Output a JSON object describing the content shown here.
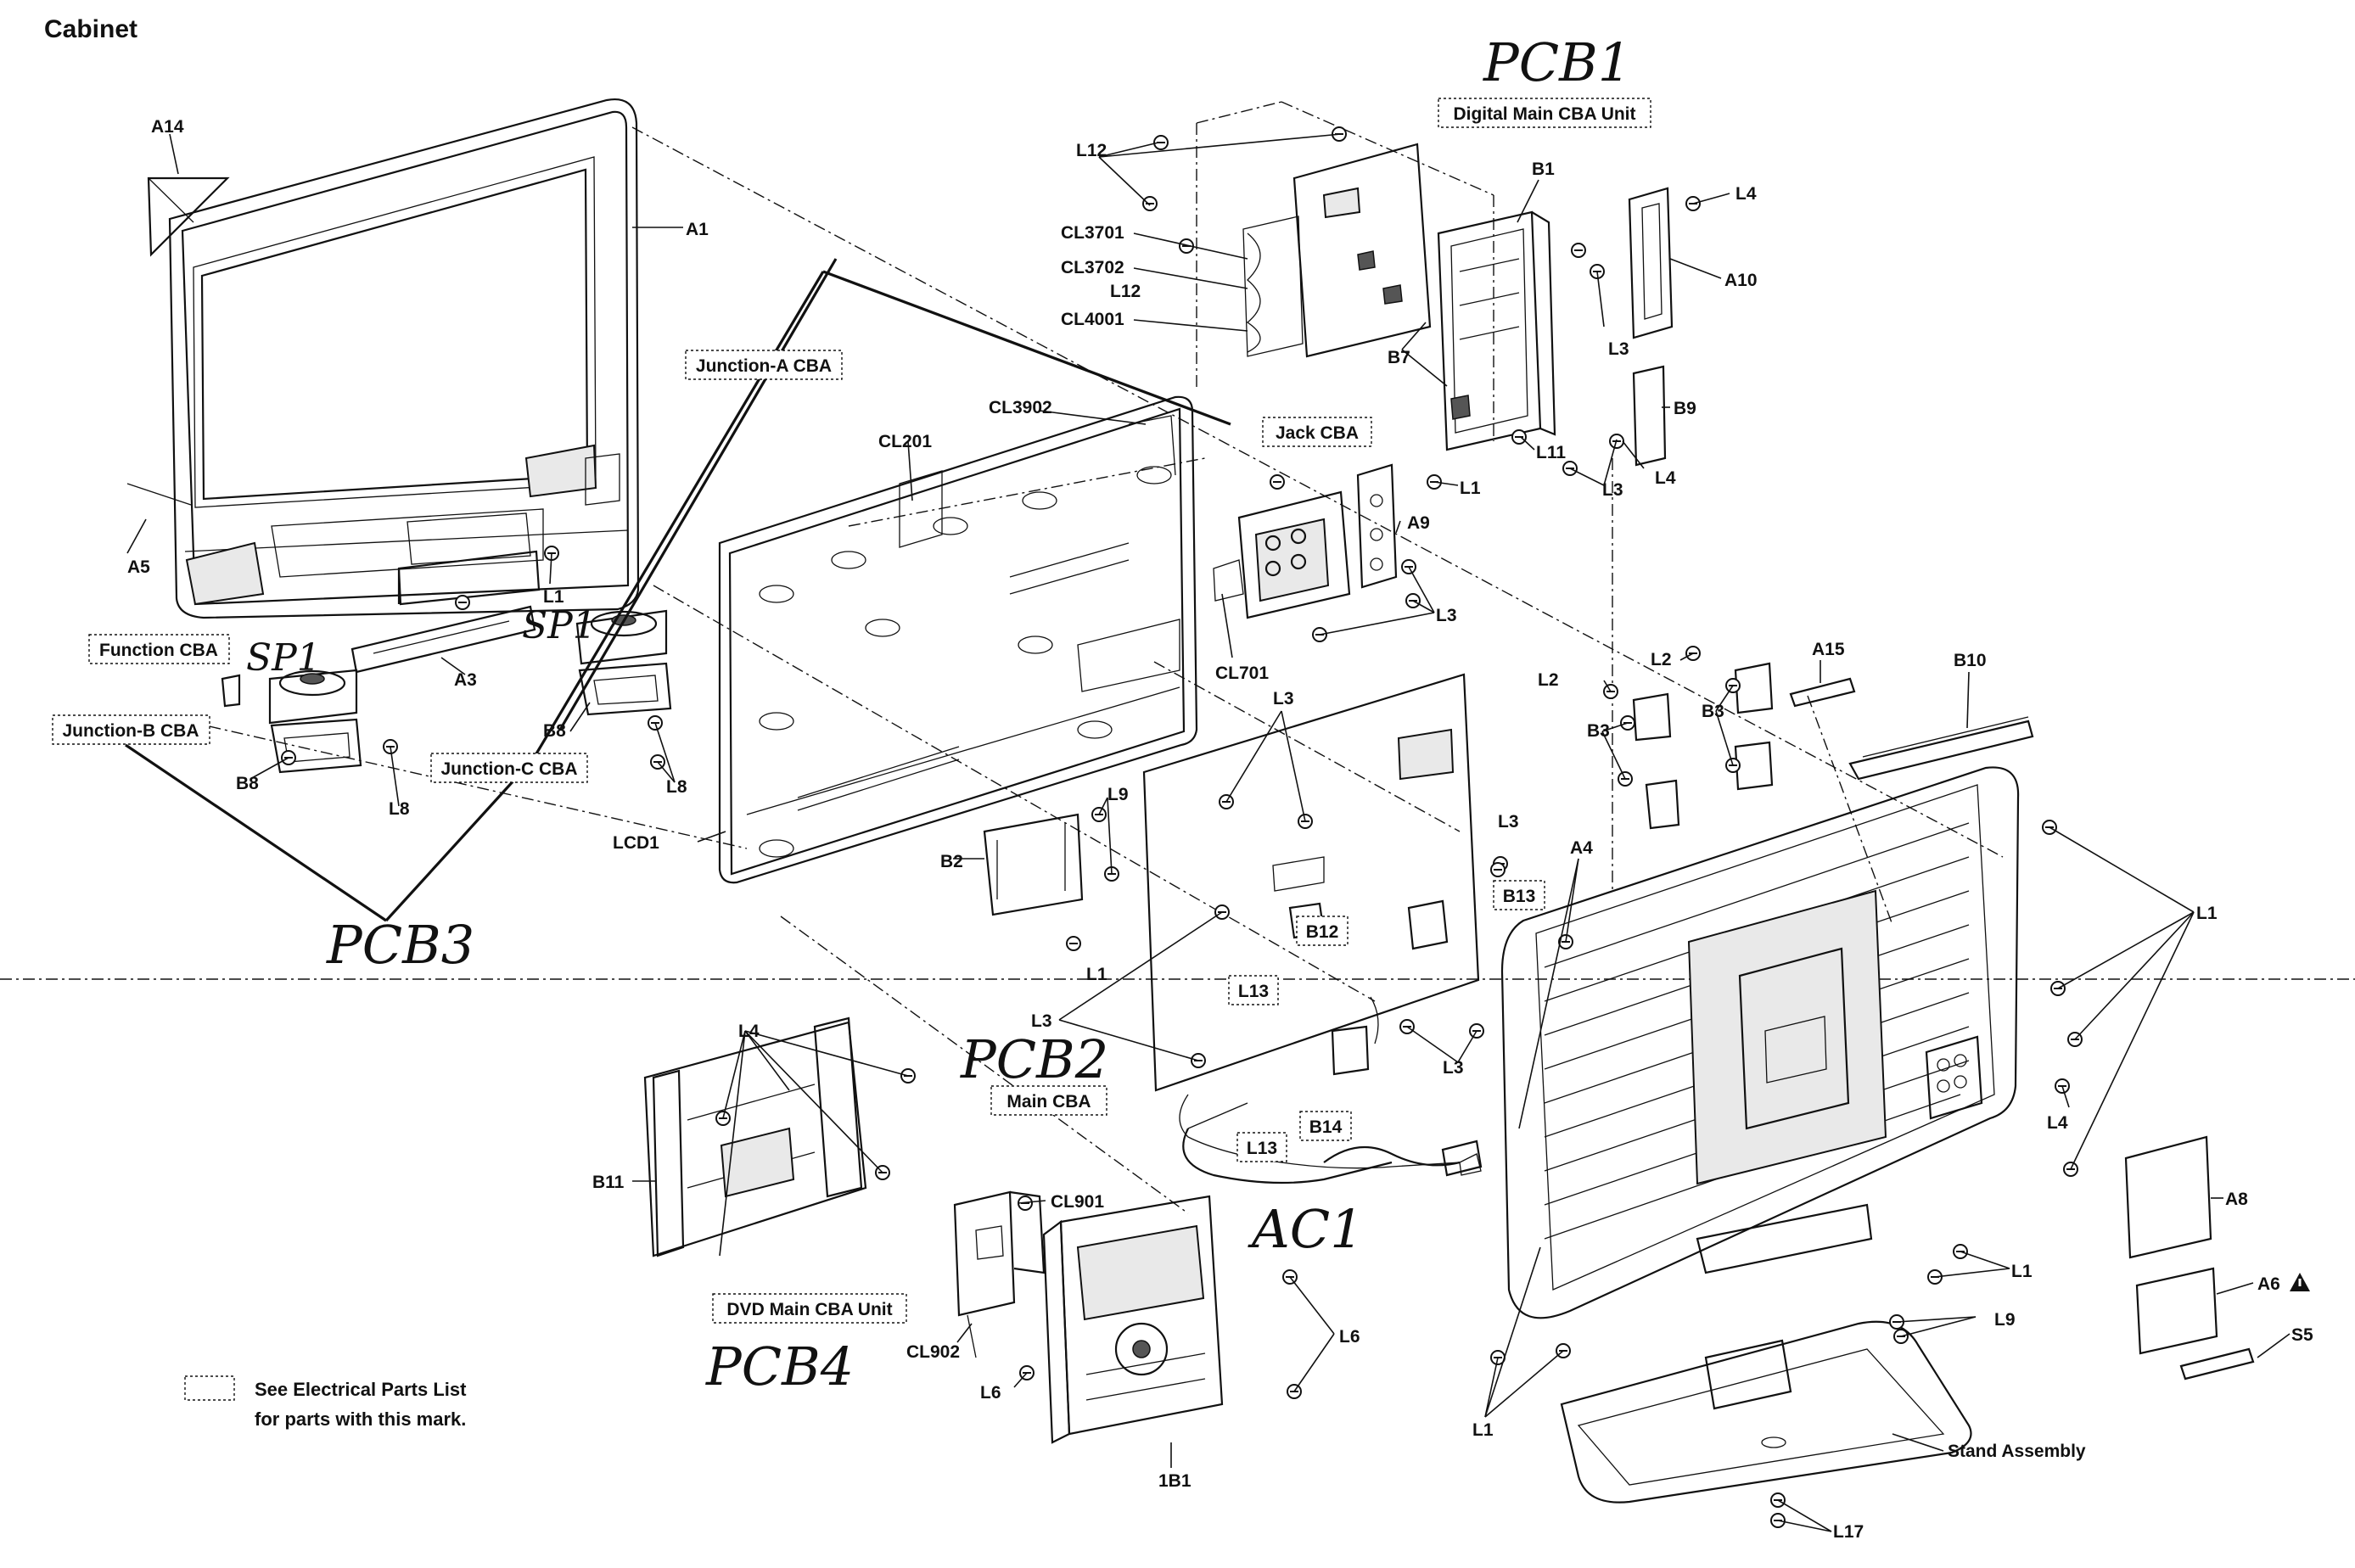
{
  "title": "Cabinet",
  "note": [
    "See Electrical Parts List",
    "for parts with this mark."
  ],
  "handwritten": [
    "PCB1",
    "PCB2",
    "PCB3",
    "PCB4",
    "AC1",
    "SP1",
    "SP1"
  ],
  "boxed_labels": [
    "Digital Main CBA Unit",
    "Junction-A CBA",
    "Jack CBA",
    "Function CBA",
    "Junction-B CBA",
    "Junction-C CBA",
    "Main CBA",
    "DVD Main CBA Unit",
    "B12",
    "B13",
    "L13",
    "L13",
    "B14"
  ],
  "part_labels": [
    "A14",
    "A1",
    "A5",
    "L1",
    "A3",
    "B8",
    "B8",
    "L8",
    "L8",
    "L12",
    "CL3701",
    "CL3702",
    "L12",
    "CL4001",
    "B1",
    "L4",
    "A10",
    "L3",
    "B7",
    "B9",
    "L11",
    "L3",
    "L4",
    "CL3902",
    "CL201",
    "L1",
    "A9",
    "L3",
    "CL701",
    "A15",
    "B10",
    "L2",
    "L2",
    "B3",
    "B3",
    "L3",
    "L9",
    "B2",
    "LCD1",
    "L3",
    "A4",
    "L1",
    "L1",
    "L3",
    "L3",
    "L4",
    "B11",
    "CL901",
    "CL902",
    "L6",
    "L6",
    "1B1",
    "L4",
    "L1",
    "A8",
    "A6",
    "L9",
    "S5",
    "L1",
    "Stand Assembly",
    "L17"
  ]
}
